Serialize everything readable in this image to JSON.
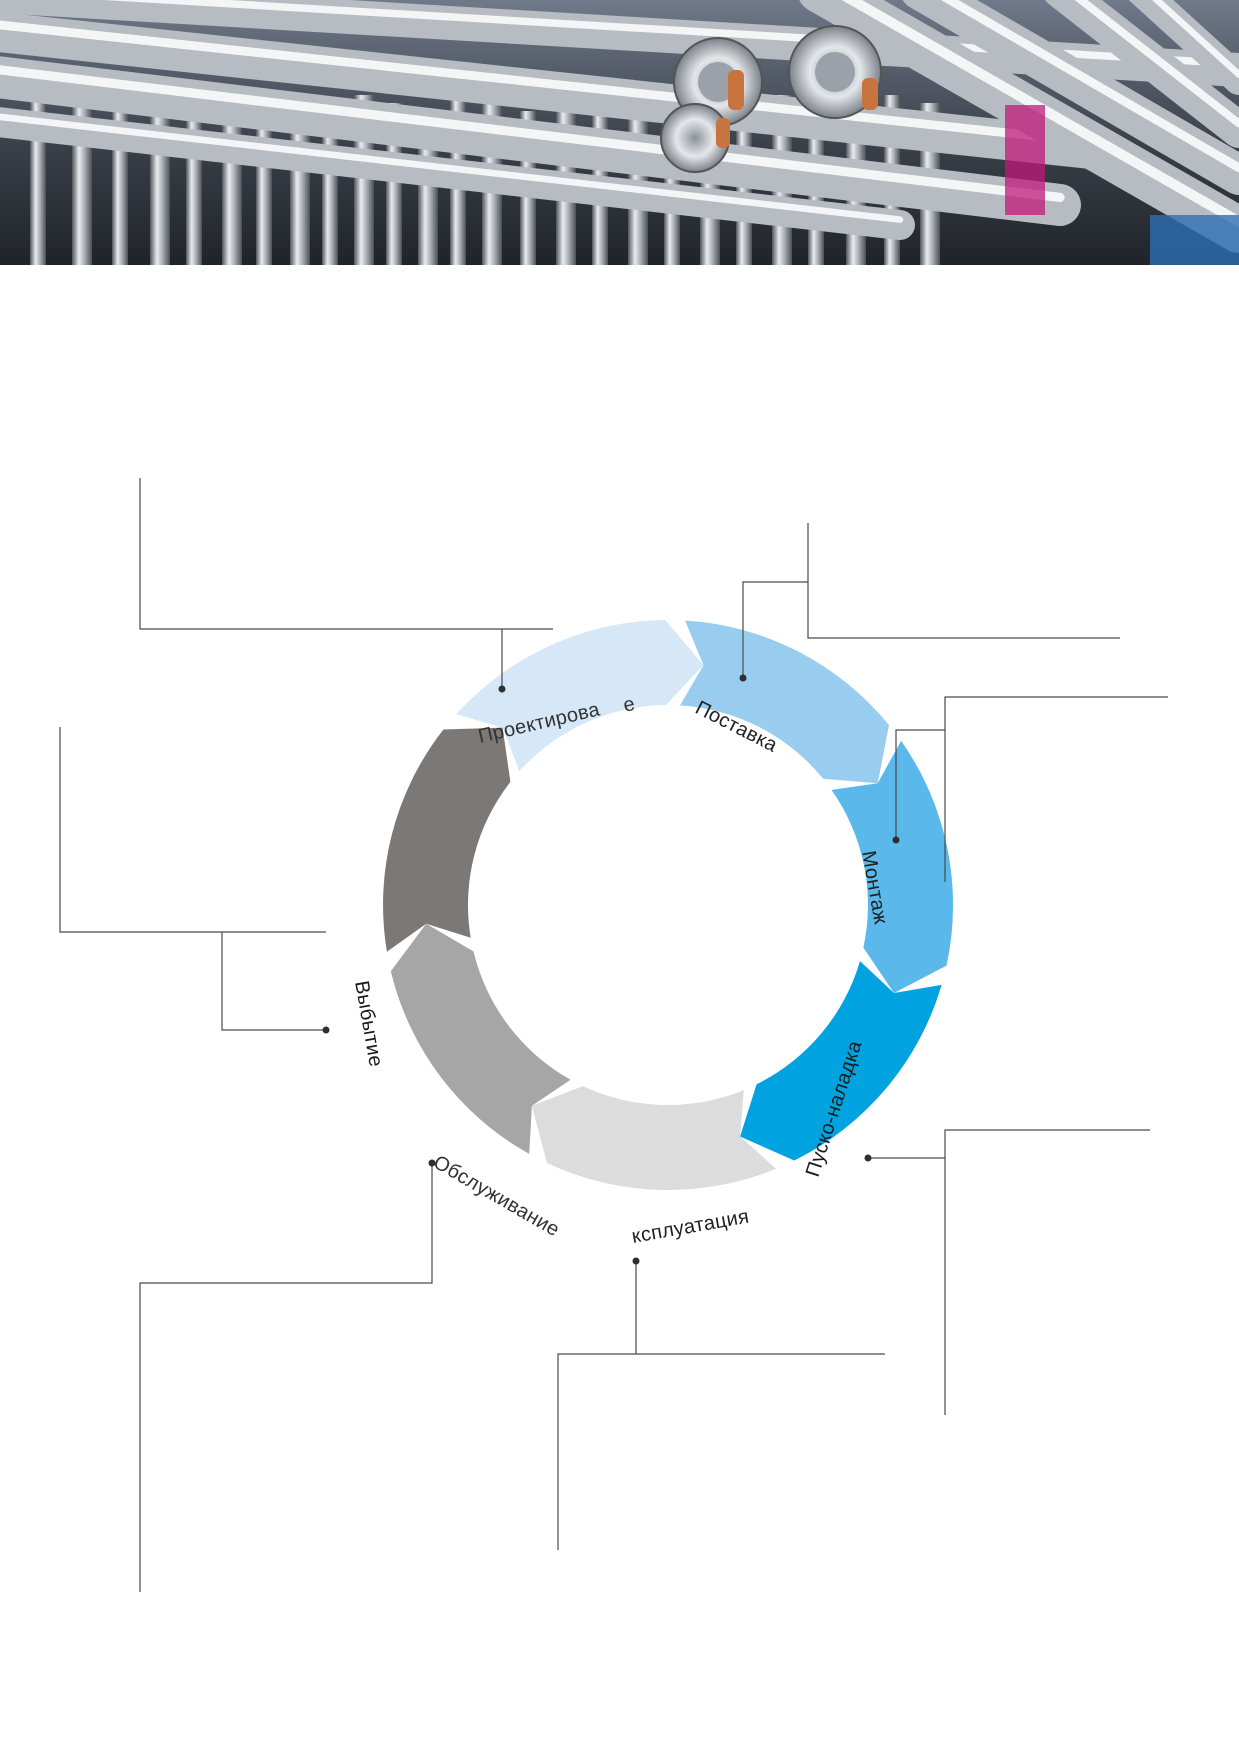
{
  "cycle": {
    "stages": [
      {
        "id": "design",
        "label": "Проектирова",
        "label_extra": "е",
        "color": "#d6e8f7",
        "text_color": "#333333"
      },
      {
        "id": "supply",
        "label": "Поставка",
        "color": "#99cdf0",
        "text_color": "#222222"
      },
      {
        "id": "installation",
        "label": "Монтаж",
        "color": "#5bb8ea",
        "text_color": "#1f1f1f"
      },
      {
        "id": "commissioning",
        "label": "Пуско-наладка",
        "color": "#00a3e0",
        "text_color": "#1c1c1c"
      },
      {
        "id": "operation",
        "label": "ксплуатация",
        "color": "#dcdcdc",
        "text_color": "#222222"
      },
      {
        "id": "maintenance",
        "label": "Обслуживание",
        "color": "#a6a6a6",
        "text_color": "#333333"
      },
      {
        "id": "decommissioning",
        "label": "Выбытие",
        "color": "#7b7876",
        "text_color": "#1a1a1a"
      }
    ]
  },
  "colors": {
    "leader_lines": "#4a4a4a",
    "photo_accent_copper": "#c8743f",
    "photo_accent_magenta": "#c0187a",
    "photo_accent_blue": "#2d6fb3"
  }
}
